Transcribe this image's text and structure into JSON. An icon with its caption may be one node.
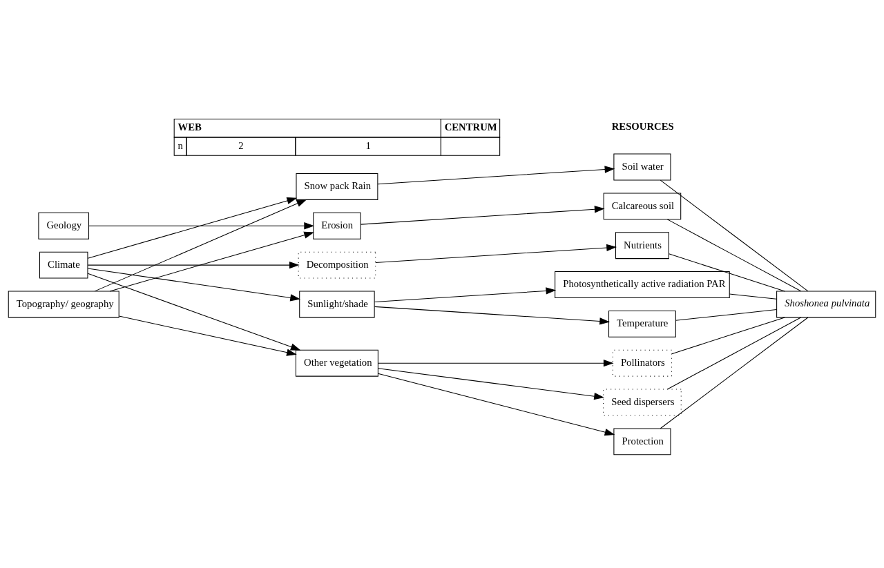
{
  "diagram": {
    "nodes": [
      {
        "text": [
          "Geology"
        ]
      },
      {
        "text": [
          "Climate"
        ]
      },
      {
        "text": [
          "Topography/ geography"
        ]
      },
      {
        "text": [
          "Snow pack Rain"
        ]
      },
      {
        "text": [
          "Erosion"
        ]
      },
      {
        "text": [
          "Decomposition"
        ]
      },
      {
        "text": [
          "Sunlight/shade"
        ]
      },
      {
        "text": [
          "Other vegetation"
        ]
      },
      {
        "text": [
          "Soil water"
        ]
      },
      {
        "text": [
          "Calcareous soil"
        ]
      },
      {
        "text": [
          "Nutrients"
        ]
      },
      {
        "text": [
          "Photosynthetically active radiation PAR"
        ]
      },
      {
        "text": [
          "Temperature"
        ]
      },
      {
        "text": [
          "Pollinators"
        ]
      },
      {
        "text": [
          "Seed dispersers"
        ]
      },
      {
        "text": [
          "Protection"
        ]
      },
      {
        "text": [
          "Shoshonea pulvinata"
        ]
      }
    ],
    "edges": [
      {
        "from": 0,
        "to": 4,
        "arrow": "to"
      },
      {
        "from": 1,
        "to": 3,
        "arrow": "to"
      },
      {
        "from": 1,
        "to": 5,
        "arrow": "to"
      },
      {
        "from": 1,
        "to": 6,
        "arrow": "to"
      },
      {
        "from": 1,
        "to": 7,
        "arrow": "to"
      },
      {
        "from": 2,
        "to": 3,
        "arrow": "to"
      },
      {
        "from": 2,
        "to": 4,
        "arrow": "to"
      },
      {
        "from": 2,
        "to": 7,
        "arrow": "to"
      },
      {
        "from": 3,
        "to": 8,
        "arrow": "to"
      },
      {
        "from": 4,
        "to": 9,
        "arrow": "to"
      },
      {
        "from": 5,
        "to": 10,
        "arrow": "to"
      },
      {
        "from": 6,
        "to": 11,
        "arrow": "to"
      },
      {
        "from": 6,
        "to": 12,
        "arrow": "to"
      },
      {
        "from": 7,
        "to": 13,
        "arrow": "to"
      },
      {
        "from": 7,
        "to": 14,
        "arrow": "to"
      },
      {
        "from": 7,
        "to": 15,
        "arrow": "to"
      },
      {
        "from": 8,
        "to": 16,
        "arrow": "none"
      },
      {
        "from": 9,
        "to": 16,
        "arrow": "none"
      },
      {
        "from": 10,
        "to": 16,
        "arrow": "none"
      },
      {
        "from": 11,
        "to": 16,
        "arrow": "none"
      },
      {
        "from": 12,
        "to": 16,
        "arrow": "none"
      },
      {
        "from": 13,
        "to": 16,
        "arrow": "none"
      },
      {
        "from": 14,
        "to": 16,
        "arrow": "none"
      },
      {
        "from": 15,
        "to": 16,
        "arrow": "none"
      }
    ],
    "labels": [
      "WEB",
      "CENTRUM",
      "n",
      "2",
      "1",
      "RESOURCES"
    ]
  }
}
